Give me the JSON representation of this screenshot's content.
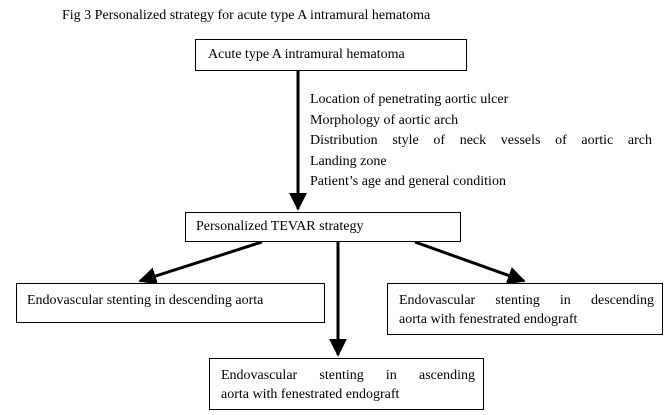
{
  "caption": "Fig 3 Personalized strategy for acute type A intramural hematoma",
  "root": "Acute type A intramural hematoma",
  "criteria": [
    "Location of penetrating aortic ulcer",
    "Morphology of aortic arch",
    "Distribution style of neck vessels of aortic arch",
    "Landing zone",
    "Patient’s age and general condition"
  ],
  "strategy": "Personalized TEVAR strategy",
  "options": {
    "descending": "Endovascular stenting in descending aorta",
    "fenestrated_descending": {
      "line1": "Endovascular stenting in descending",
      "line2": "aorta with fenestrated endograft"
    },
    "fenestrated_ascending": {
      "line1": "Endovascular stenting in ascending",
      "line2": "aorta with fenestrated endograft"
    }
  }
}
